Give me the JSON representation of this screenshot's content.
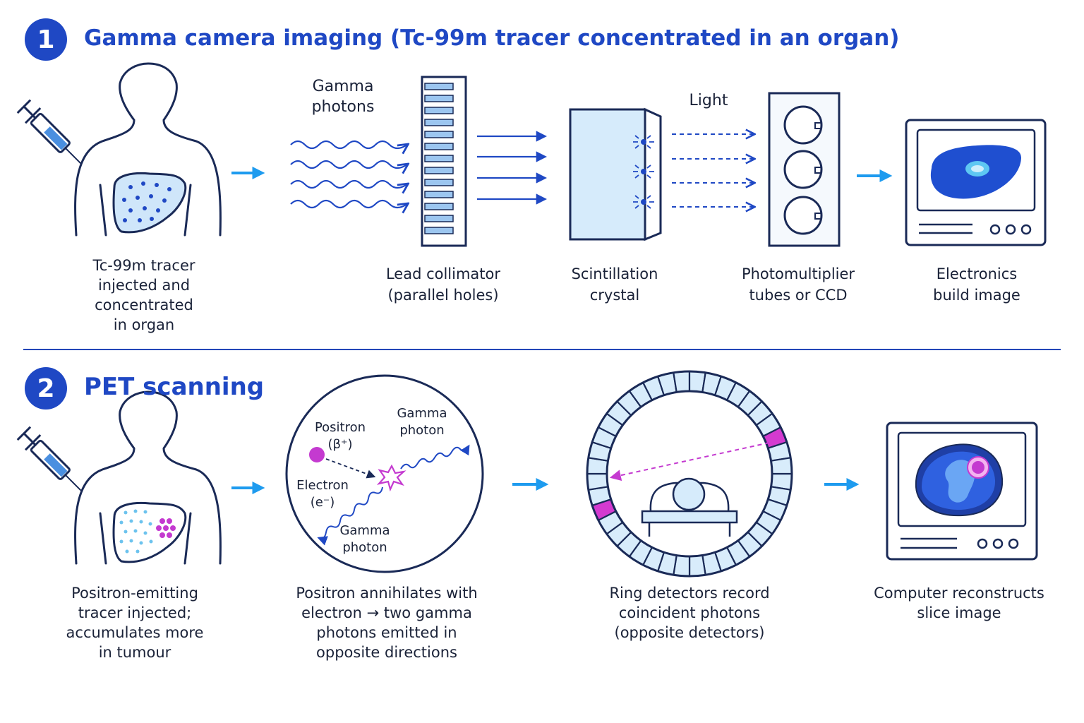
{
  "colors": {
    "accent": "#1f48c4",
    "outline": "#1a2a57",
    "light_fill": "#cfe6fa",
    "pet_highlight": "#d43ad0",
    "arrow": "#1e9bef"
  },
  "section1": {
    "number": "1",
    "title": "Gamma camera imaging (Tc-99m tracer concentrated in an organ)",
    "labels": {
      "gamma_photons": "Gamma\nphotons",
      "light": "Light"
    },
    "captions": {
      "tracer": "Tc-99m tracer\ninjected and\nconcentrated\nin organ",
      "collimator": "Lead collimator\n(parallel holes)",
      "crystal": "Scintillation\ncrystal",
      "pmt": "Photomultiplier\ntubes or CCD",
      "electronics": "Electronics\nbuild image"
    }
  },
  "section2": {
    "number": "2",
    "title": "PET scanning",
    "labels": {
      "positron": "Positron\n(β⁺)",
      "electron": "Electron\n(e⁻)",
      "gamma_top": "Gamma\nphoton",
      "gamma_bottom": "Gamma\nphoton"
    },
    "captions": {
      "tracer": "Positron-emitting\ntracer injected;\naccumulates more\nin tumour",
      "annihilation": "Positron annihilates with\nelectron → two gamma\nphotons emitted in\nopposite directions",
      "ring": "Ring detectors record\ncoincident photons\n(opposite detectors)",
      "computer": "Computer reconstructs\nslice image"
    }
  },
  "icons": [
    "syringe-icon",
    "torso-icon",
    "liver-icon",
    "collimator-icon",
    "scintillation-crystal-icon",
    "photomultiplier-icon",
    "monitor-icon",
    "annihilation-icon",
    "ring-detector-icon",
    "patient-bed-icon"
  ]
}
